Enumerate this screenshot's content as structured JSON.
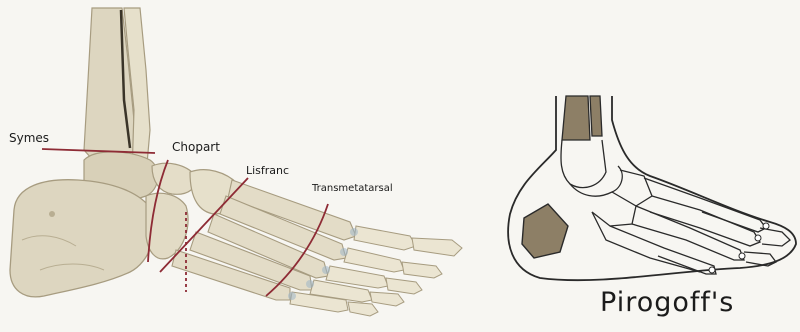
{
  "labels": {
    "symes": "Symes",
    "chopart": "Chopart",
    "lisfranc": "Lisfranc",
    "transmetatarsal": "Transmetatarsal",
    "pirogoff": "Pirogoff's"
  },
  "colors": {
    "background": "#f7f6f2",
    "bone_fill": "#ddd6c0",
    "bone_shadow": "#b8ae92",
    "amputation_line": "#8e2b35",
    "outline": "#2a2a2a",
    "shaded_bone": "#8d7f66"
  }
}
